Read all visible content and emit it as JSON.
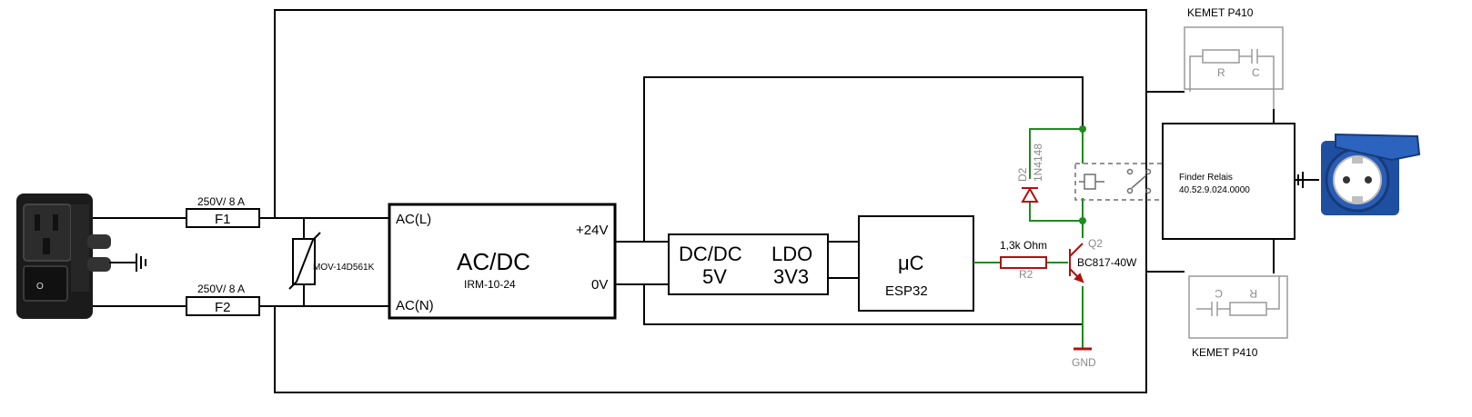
{
  "fuses": {
    "f1": {
      "rating": "250V/ 8 A",
      "label": "F1"
    },
    "f2": {
      "rating": "250V/ 8 A",
      "label": "F2"
    }
  },
  "mov": {
    "label": "MOV-14D561K"
  },
  "acdc": {
    "title": "AC/DC",
    "model": "IRM-10-24",
    "in_l": "AC(L)",
    "in_n": "AC(N)",
    "out_pos": "+24V",
    "out_neg": "0V"
  },
  "dcdc": {
    "line1": "DC/DC",
    "line2": "5V"
  },
  "ldo": {
    "line1": "LDO",
    "line2": "3V3"
  },
  "mcu": {
    "line1": "μC",
    "line2": "ESP32"
  },
  "resistor": {
    "value": "1,3k Ohm",
    "ref": "R2"
  },
  "transistor": {
    "ref": "Q2",
    "part": "BC817-40W"
  },
  "diode": {
    "ref": "D2",
    "part": "1N4148"
  },
  "ground": {
    "label": "GND"
  },
  "relay": {
    "line1": "Finder Relais",
    "line2": "40.52.9.024.0000"
  },
  "snubber_top": {
    "title": "KEMET P410",
    "r": "R",
    "c": "C"
  },
  "snubber_bottom": {
    "title": "KEMET P410",
    "r": "R",
    "c": "C"
  },
  "colors": {
    "wire": "#000000",
    "net": "#1e8c1e",
    "part": "#b01010",
    "label_gray": "#8a8a8a"
  }
}
